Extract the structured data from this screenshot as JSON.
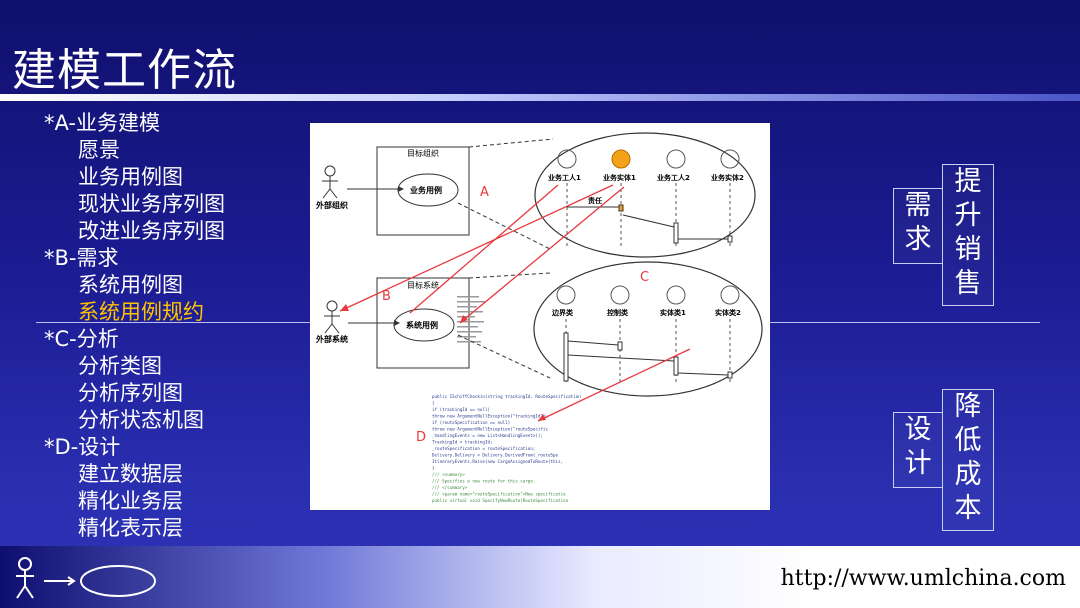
{
  "title": "建模工作流",
  "outline": [
    {
      "text": "*A-业务建模",
      "level": 1
    },
    {
      "text": "愿景",
      "level": 2
    },
    {
      "text": "业务用例图",
      "level": 2
    },
    {
      "text": "现状业务序列图",
      "level": 2
    },
    {
      "text": "改进业务序列图",
      "level": 2
    },
    {
      "text": "*B-需求",
      "level": 1
    },
    {
      "text": "系统用例图",
      "level": 2
    },
    {
      "text": "系统用例规约",
      "level": 2,
      "highlight": true
    },
    {
      "text": "*C-分析",
      "level": 1
    },
    {
      "text": "分析类图",
      "level": 2
    },
    {
      "text": "分析序列图",
      "level": 2
    },
    {
      "text": "分析状态机图",
      "level": 2
    },
    {
      "text": "*D-设计",
      "level": 1
    },
    {
      "text": "建立数据层",
      "level": 2
    },
    {
      "text": "精化业务层",
      "level": 2
    },
    {
      "text": "精化表示层",
      "level": 2
    }
  ],
  "diagram": {
    "org_box": "目标组织",
    "external_org": "外部组织",
    "business_usecase": "业务用例",
    "system_box": "目标系统",
    "external_system": "外部系统",
    "system_usecase": "系统用例",
    "labels": {
      "a": "A",
      "b": "B",
      "c": "C",
      "d": "D"
    },
    "business_lifelines": [
      "业务工人1",
      "业务实体1",
      "业务工人2",
      "业务实体2"
    ],
    "responsibility": "责任",
    "analysis_lifelines": [
      "边界类",
      "控制类",
      "实体类1",
      "实体类2"
    ],
    "code_lines": [
      "public ISchiffCheckin(string trackingId, RouteSpecification",
      "{",
      "  if (trackingId == null)",
      "    throw new ArgumentNullException(\"trackingId\");",
      "  if (routeSpecification == null)",
      "    throw new ArgumentNullException(\"routeSpecific",
      "  _handlingEvents = new List<HandlingEvent>();",
      "  TrackingId = trackingId;",
      "  _routeSpecification = routeSpecification;",
      "  Delivery.Delivery = Delivery.DerivedFrom(_routeSpe",
      "  ItineraryEvents.Raise(new CargoAssignedToRoute(this,",
      "}",
      "/// <summary>",
      "/// Specifies a new route for this cargo.",
      "/// </summary>",
      "/// <param name=\"routeSpecification\">New specificatio",
      "public virtual void SpecifyNewRoute(RouteSpecification"
    ],
    "colors": {
      "orange": "#f5a21b",
      "red": "#e8393d",
      "navy": "#1f2a56"
    }
  },
  "right_boxes": {
    "top_left": [
      "需",
      "求"
    ],
    "top_right": [
      "提",
      "升",
      "销",
      "售"
    ],
    "bottom_left": [
      "设",
      "计"
    ],
    "bottom_right": [
      "降",
      "低",
      "成",
      "本"
    ]
  },
  "footer": {
    "url": "http://www.umlchina.com"
  }
}
